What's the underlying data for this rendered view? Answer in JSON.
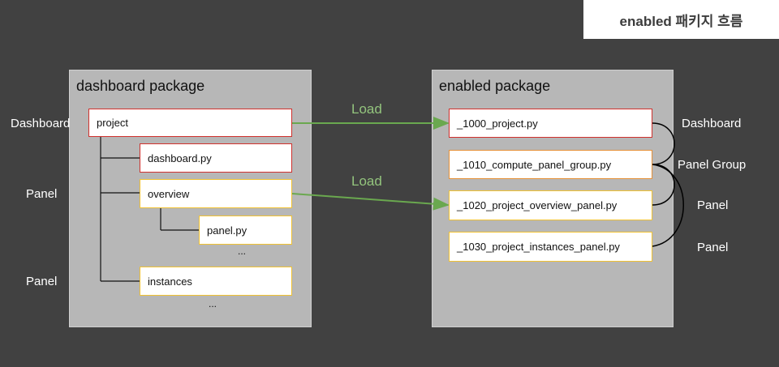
{
  "header": {
    "title": "enabled 패키지 흐름"
  },
  "dashboard_package": {
    "title": "dashboard package",
    "nodes": {
      "project": "project",
      "dashboard_py": "dashboard.py",
      "overview": "overview",
      "panel_py": "panel.py",
      "overview_more": "...",
      "instances": "instances",
      "instances_more": "..."
    }
  },
  "enabled_package": {
    "title": "enabled package",
    "files": [
      "_1000_project.py",
      "_1010_compute_panel_group.py",
      "_1020_project_overview_panel.py",
      "_1030_project_instances_panel.py"
    ]
  },
  "left_labels": {
    "dashboard": "Dashboard",
    "panel_overview": "Panel",
    "panel_instances": "Panel"
  },
  "right_labels": {
    "dashboard": "Dashboard",
    "panel_group": "Panel Group",
    "panel_1": "Panel",
    "panel_2": "Panel"
  },
  "arrows": {
    "load_1": "Load",
    "load_2": "Load"
  },
  "colors": {
    "background": "#414141",
    "package_fill": "#b7b7b7",
    "dashboard_border": "#d0312d",
    "panel_group_border": "#e69138",
    "panel_border": "#f1c232",
    "load_arrow": "#6aa84f"
  }
}
